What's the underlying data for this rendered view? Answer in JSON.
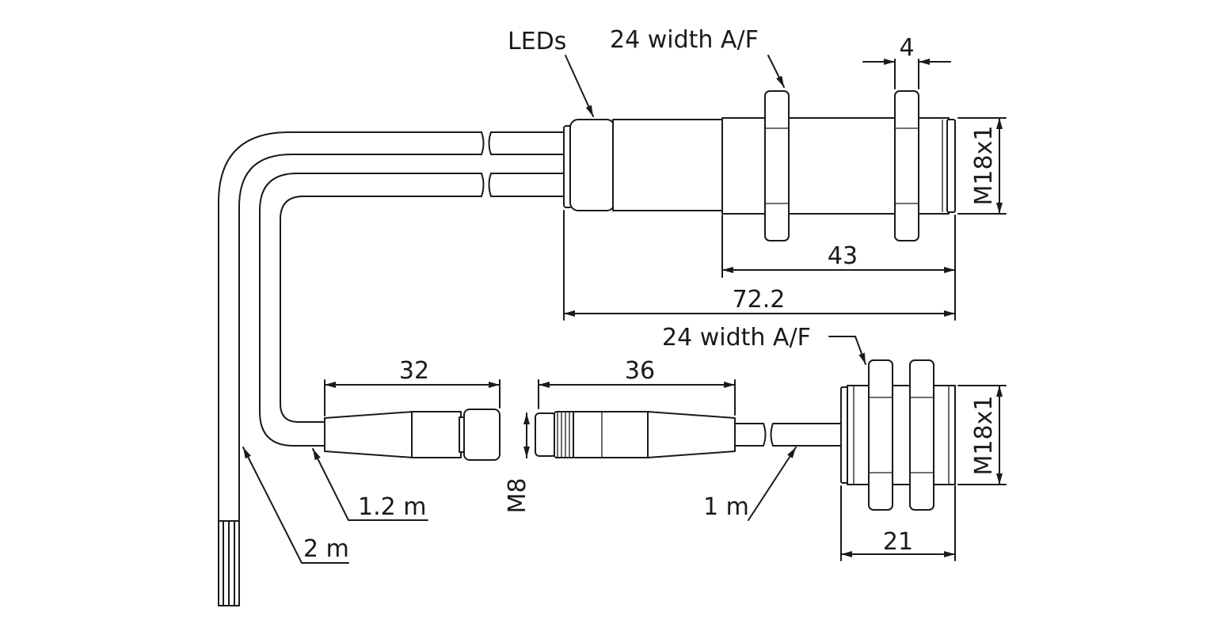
{
  "labels": {
    "leds": "LEDs",
    "wrench_top": "24 width A/F",
    "wrench_bottom": "24 width A/F",
    "nut_thickness": "4",
    "thread_top": "M18x1",
    "thread_bottom": "M18x1",
    "len_43": "43",
    "len_72": "72.2",
    "len_32": "32",
    "len_36": "36",
    "m8": "M8",
    "cable_2m": "2 m",
    "cable_1_2m": "1.2 m",
    "cable_1m": "1 m",
    "len_21": "21"
  },
  "colors": {
    "line": "#1a1a1a",
    "background": "#ffffff"
  }
}
